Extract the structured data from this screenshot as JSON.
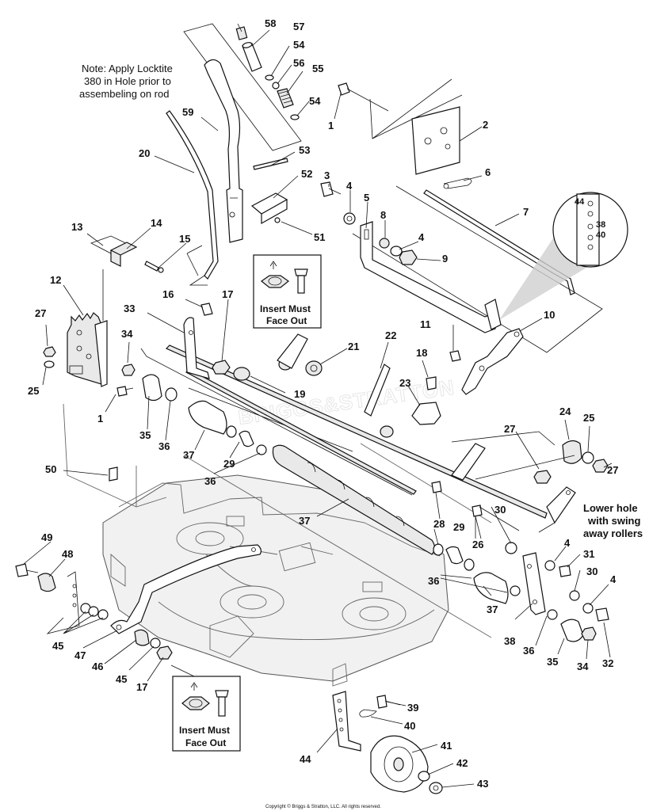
{
  "note": {
    "line1": "Note: Apply Locktite",
    "line2": "380 in Hole prior to",
    "line3": "assembeling on rod"
  },
  "callouts": {
    "top": {
      "line1": "Insert Must",
      "line2": "Face Out"
    },
    "bottom": {
      "line1": "Insert Must",
      "line2": "Face Out"
    }
  },
  "detail_labels": [
    "44",
    "38",
    "40"
  ],
  "lower_hole_note": {
    "line1": "Lower hole",
    "line2": "with swing",
    "line3": "away rollers"
  },
  "watermark": "BRIGGS&STRATTON",
  "copyright": "Copyright © Briggs & Stratton, LLC. All rights reserved.",
  "part_numbers": [
    "58",
    "57",
    "54",
    "56",
    "55",
    "54",
    "1",
    "2",
    "59",
    "20",
    "53",
    "52",
    "51",
    "6",
    "3",
    "4",
    "5",
    "8",
    "4",
    "9",
    "7",
    "13",
    "14",
    "15",
    "12",
    "16",
    "17",
    "33",
    "10",
    "11",
    "27",
    "34",
    "21",
    "22",
    "18",
    "25",
    "19",
    "1",
    "23",
    "24",
    "25",
    "35",
    "36",
    "37",
    "29",
    "27",
    "27",
    "50",
    "36",
    "28",
    "29",
    "30",
    "37",
    "26",
    "4",
    "31",
    "49",
    "48",
    "36",
    "30",
    "4",
    "45",
    "37",
    "38",
    "47",
    "46",
    "36",
    "35",
    "34",
    "32",
    "45",
    "17",
    "39",
    "40",
    "44",
    "41",
    "42",
    "43"
  ]
}
